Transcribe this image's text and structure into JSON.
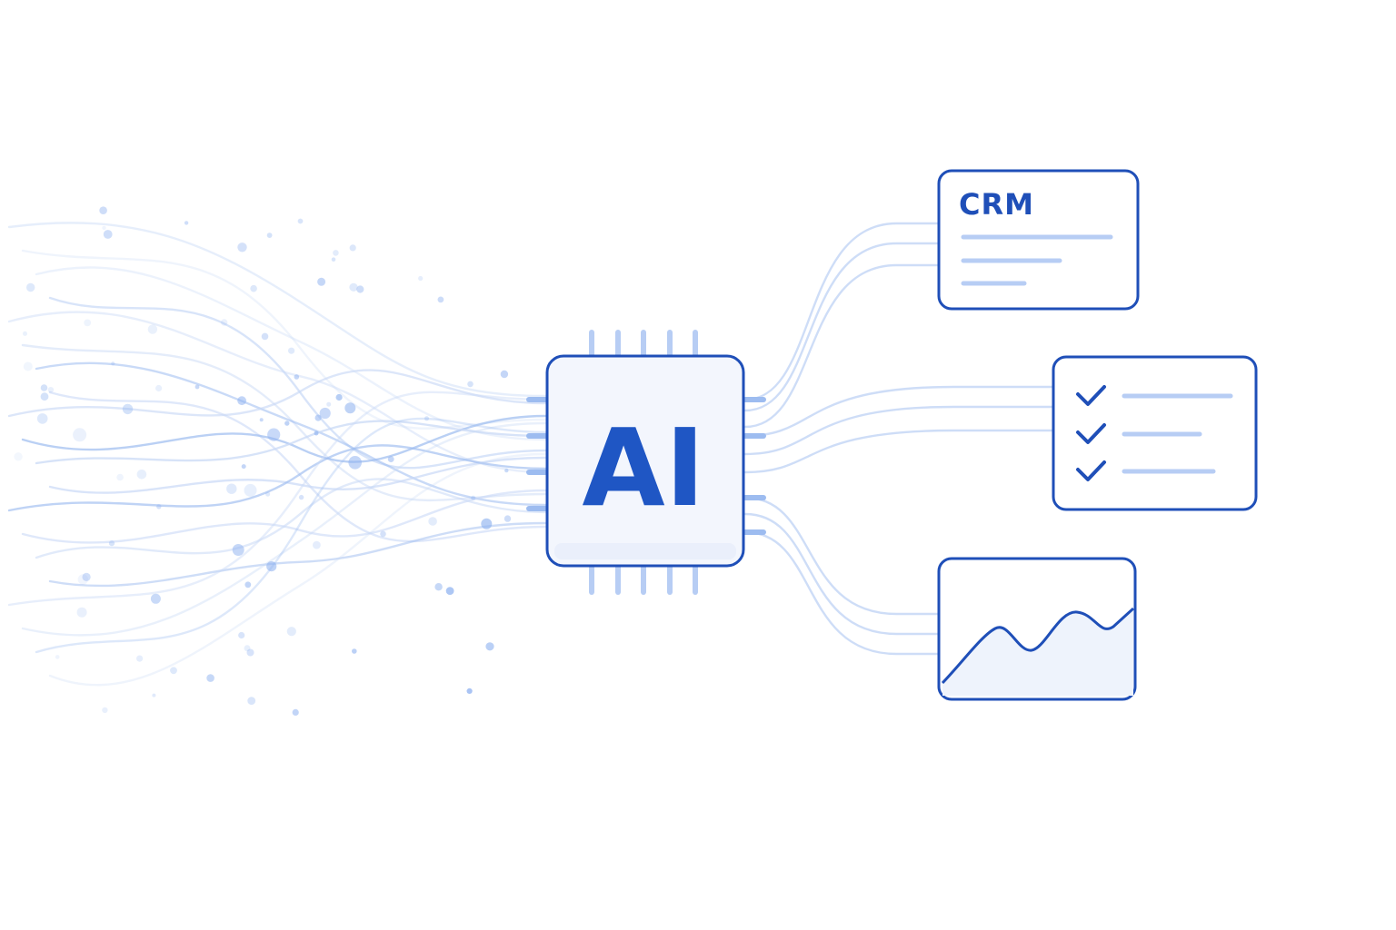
{
  "colors": {
    "primary": "#1f4fb8",
    "accent": "#1f56c4",
    "line_light": "#c9d9f6",
    "line_mid": "#9dbcf0",
    "dot": "#8fb2f0",
    "card_fill": "#ffffff",
    "chip_fill": "#f3f6fd"
  },
  "icons": [
    "chip-icon",
    "crm-card-icon",
    "checklist-icon",
    "area-chart-icon"
  ],
  "chip": {
    "label": "AI"
  },
  "crm_card": {
    "title": "CRM"
  },
  "checklist_card": {
    "item_count": 3
  }
}
